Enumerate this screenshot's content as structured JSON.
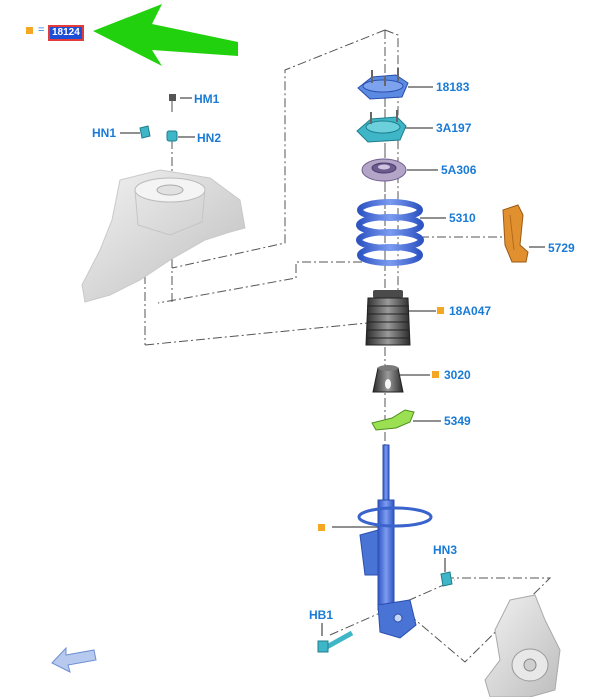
{
  "legend": {
    "code": "18124",
    "equals": "="
  },
  "colors": {
    "label": "#1a7bd6",
    "marker": "#f5a623",
    "highlight_arrow": "#22d10e",
    "part_blue": "#4a73d6",
    "part_teal": "#3fb6c8"
  },
  "callouts": {
    "c18183": "18183",
    "c3A197": "3A197",
    "c5A306": "5A306",
    "c5310": "5310",
    "c5729": "5729",
    "c18A047": "18A047",
    "c3020": "3020",
    "c5349": "5349",
    "cHM1": "HM1",
    "cHN1": "HN1",
    "cHN2": "HN2",
    "cHN3": "HN3",
    "cHB1": "HB1"
  },
  "icons": {
    "highlight": "green-arrow-icon",
    "nav": "arrow-back-icon"
  }
}
